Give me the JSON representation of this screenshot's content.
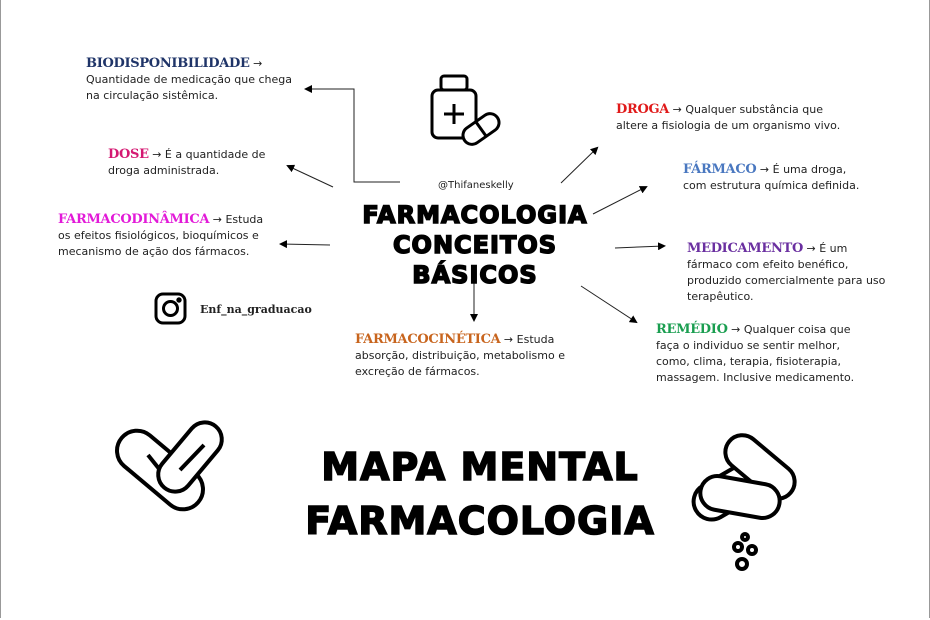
{
  "author_handle": "@Thifaneskelly",
  "instagram_handle": "Enf_na_graduacao",
  "center_title": {
    "line1": "FARMACOLOGIA",
    "line2": "CONCEITOS BÁSICOS"
  },
  "footer_title": {
    "line1": "MAPA MENTAL",
    "line2": "FARMACOLOGIA"
  },
  "arrow_glyph": "→",
  "nodes": [
    {
      "term": "BIODISPONIBILIDADE",
      "definition": "Quantidade de medicação que chega na circulação sistêmica.",
      "color": "#1f3468"
    },
    {
      "term": "DOSE",
      "definition": "É a quantidade de droga administrada.",
      "color": "#d41872"
    },
    {
      "term": "FARMACODINÂMICA",
      "definition": "Estuda os efeitos fisiológicos, bioquímicos e mecanismo de ação dos fármacos.",
      "color": "#e21ad8"
    },
    {
      "term": "FARMACOCINÉTICA",
      "definition": "Estuda absorção, distribuição, metabolismo e excreção de fármacos.",
      "color": "#c8651e"
    },
    {
      "term": "DROGA",
      "definition": "Qualquer substância que altere a fisiologia de um organismo vivo.",
      "color": "#e01a1a"
    },
    {
      "term": "FÁRMACO",
      "definition": "É uma droga, com estrutura química definida.",
      "color": "#4a78c0"
    },
    {
      "term": "MEDICAMENTO",
      "definition": "É um fármaco com efeito benéfico, produzido comercialmente para uso terapêutico.",
      "color": "#6a2fa0"
    },
    {
      "term": "REMÉDIO",
      "definition": "Qualquer coisa que faça o individuo se sentir melhor, como, clima, terapia, fisioterapia, massagem. Inclusive medicamento.",
      "color": "#1a9e50"
    }
  ]
}
